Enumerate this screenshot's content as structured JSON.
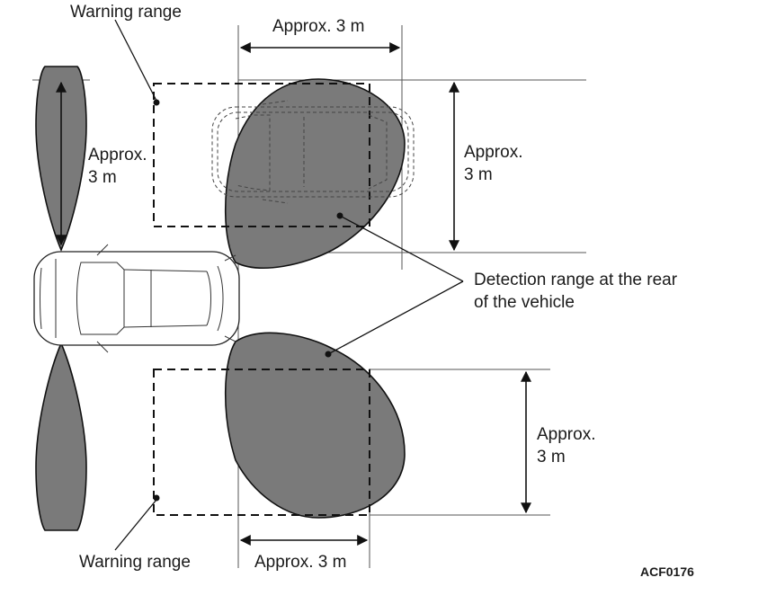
{
  "labels": {
    "warning_range_top": "Warning range",
    "warning_range_bottom": "Warning range",
    "approx_top_horizontal": "Approx. 3 m",
    "approx_bottom_horizontal": "Approx. 3 m",
    "approx_left_line1": "Approx.",
    "approx_left_line2": "3 m",
    "approx_right_top_line1": "Approx.",
    "approx_right_top_line2": "3 m",
    "approx_right_bottom_line1": "Approx.",
    "approx_right_bottom_line2": "3 m",
    "detection_line1": "Detection range at the rear",
    "detection_line2": "of the vehicle",
    "figure_code": "ACF0176"
  },
  "colors": {
    "detection_zone_fill": "#7a7a7a",
    "outline": "#111111",
    "background": "#ffffff"
  }
}
